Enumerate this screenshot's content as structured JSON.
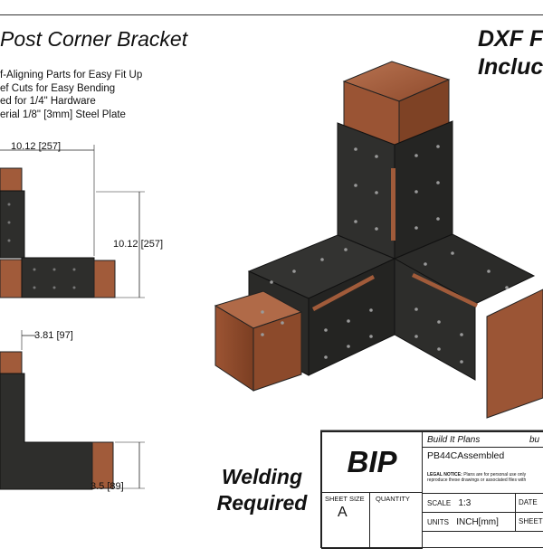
{
  "title": "Post Corner Bracket",
  "features": [
    "f-Aligning Parts for Easy Fit Up",
    "ef Cuts for Easy Bending",
    "ed for 1/4\" Hardware",
    "erial 1/8\" [3mm] Steel Plate"
  ],
  "dxf_banner": {
    "line1": "DXF F",
    "line2": "Incluc"
  },
  "dimensions": {
    "top_width": "10.12 [257]",
    "right_height": "10.12 [257]",
    "side_depth": "3.81 [97]",
    "side_height": "3.5 [89]"
  },
  "welding": {
    "line1": "Welding",
    "line2": "Required"
  },
  "title_block": {
    "logo": "BIP",
    "company": "Build It Plans",
    "company_tail": "bu",
    "drawing_name": "PB44CAssembled",
    "legal_label": "LEGAL NOTICE:",
    "legal_text": "Plans are for personal use only",
    "legal_text2": "reproduce these drawings or associated files with",
    "sheet_size_label": "SHEET SIZE",
    "sheet_size_value": "A",
    "quantity_label": "QUANTITY",
    "scale_label": "SCALE",
    "scale_value": "1:3",
    "date_label": "DATE",
    "units_label": "UNITS",
    "units_value": "INCH[mm]",
    "sheet_label": "SHEET"
  },
  "colors": {
    "steel": "#2e2e2c",
    "wood": "#a15b3a",
    "wood_dark": "#7a3f25",
    "line": "#222222"
  }
}
